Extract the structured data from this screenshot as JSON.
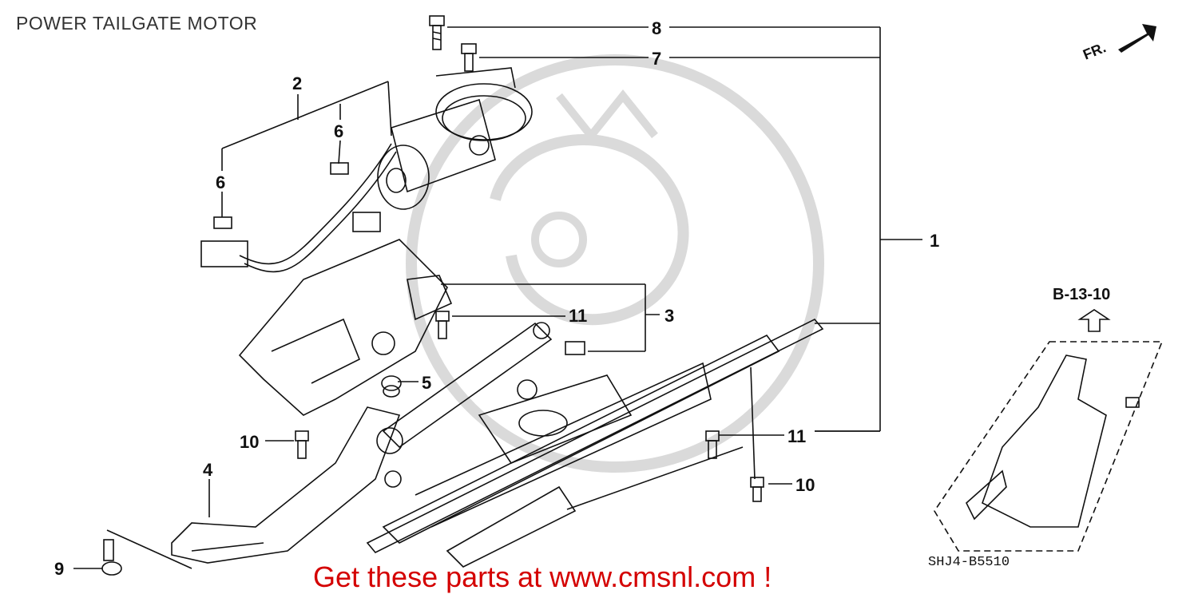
{
  "title": "POWER TAILGATE MOTOR",
  "diagram_code": "SHJ4-B5510",
  "reference": "B-13-10",
  "front_indicator": "FR.",
  "promo_text": "Get these parts at www.cmsnl.com !",
  "colors": {
    "line": "#111111",
    "promo": "#d40000",
    "watermark": "#d9d9d9"
  },
  "callouts": {
    "c1": "1",
    "c2": "2",
    "c3": "3",
    "c4": "4",
    "c5": "5",
    "c6a": "6",
    "c6b": "6",
    "c7": "7",
    "c8": "8",
    "c9": "9",
    "c10a": "10",
    "c10b": "10",
    "c11a": "11",
    "c11b": "11"
  }
}
